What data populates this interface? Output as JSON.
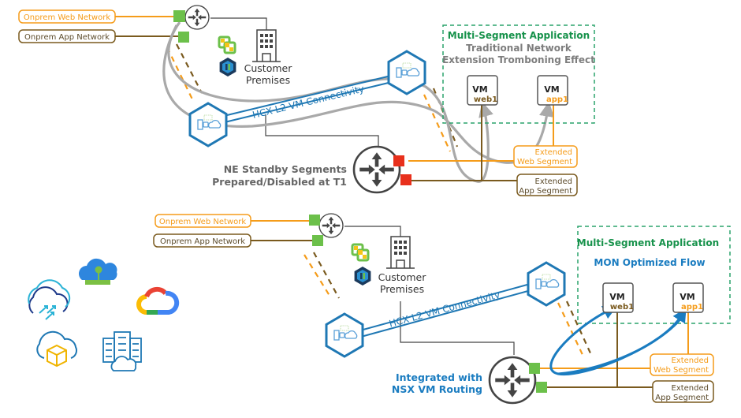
{
  "colors": {
    "web_orange": "#f59c1a",
    "app_brown": "#7a5a1e",
    "green_port": "#6cc04a",
    "red_port": "#e8301c",
    "hcx_blue": "#1f78b4",
    "mon_blue": "#1a7cc0",
    "gray_flow": "#a9a9a9",
    "title_green": "#17924b",
    "subtitle_gray": "#7d7d7d",
    "router_dark": "#444444"
  },
  "top": {
    "onprem_web": "Onprem Web Network",
    "onprem_app": "Onprem App Network",
    "customer_premises": [
      "Customer",
      "Premises"
    ],
    "hcx_link": "HCX L2 VM Connectivity",
    "t1_caption": [
      "NE Standby Segments",
      "Prepared/Disabled at T1"
    ],
    "app_box": {
      "title": "Multi-Segment Application",
      "subtitle": [
        "Traditional Network",
        "Extension Tromboning Effect"
      ],
      "vms": [
        {
          "label": "VM",
          "name": "web1"
        },
        {
          "label": "VM",
          "name": "app1"
        }
      ]
    },
    "extended_web": [
      "Extended",
      "Web Segment"
    ],
    "extended_app": [
      "Extended",
      "App Segment"
    ],
    "port_state": "disabled"
  },
  "bottom": {
    "onprem_web": "Onprem Web Network",
    "onprem_app": "Onprem App Network",
    "customer_premises": [
      "Customer",
      "Premises"
    ],
    "hcx_link": "HCX L2 VM Connectivity",
    "t1_caption": [
      "Integrated with",
      "NSX VM Routing"
    ],
    "app_box": {
      "title": "Multi-Segment Application",
      "subtitle": "MON Optimized Flow",
      "vms": [
        {
          "label": "VM",
          "name": "web1"
        },
        {
          "label": "VM",
          "name": "app1"
        }
      ]
    },
    "extended_web": [
      "Extended",
      "Web Segment"
    ],
    "extended_app": [
      "Extended",
      "App Segment"
    ],
    "port_state": "enabled"
  },
  "cloud_icons": [
    "azure-network-cloud-icon",
    "migration-cloud-icon",
    "google-cloud-icon",
    "cloud-package-icon",
    "datacenter-cloud-icon"
  ]
}
